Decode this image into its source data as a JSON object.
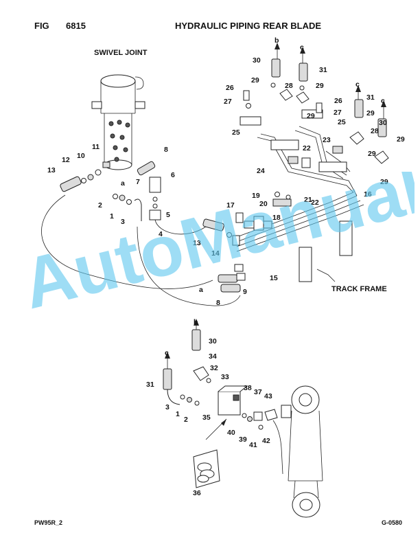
{
  "header": {
    "fig_prefix": "FIG",
    "fig_number": "6815",
    "title": "HYDRAULIC PIPING REAR BLADE"
  },
  "footer": {
    "model_code": "PW95R_2",
    "drawing_code": "G-0580"
  },
  "labels": {
    "swivel_joint": "SWIVEL JOINT",
    "track_frame": "TRACK FRAME"
  },
  "watermark": "AutoManual",
  "connections": {
    "a": "a",
    "b": "b",
    "c": "c"
  },
  "callouts": [
    "1",
    "2",
    "3",
    "4",
    "5",
    "6",
    "7",
    "8",
    "9",
    "10",
    "11",
    "12",
    "13",
    "14",
    "15",
    "16",
    "17",
    "18",
    "19",
    "20",
    "21",
    "22",
    "23",
    "24",
    "25",
    "26",
    "27",
    "28",
    "29",
    "30",
    "31",
    "32",
    "33",
    "34",
    "35",
    "36",
    "37",
    "38",
    "39",
    "40",
    "41",
    "42",
    "43"
  ],
  "colors": {
    "watermark": "#5fc8ef",
    "ink": "#111111"
  }
}
